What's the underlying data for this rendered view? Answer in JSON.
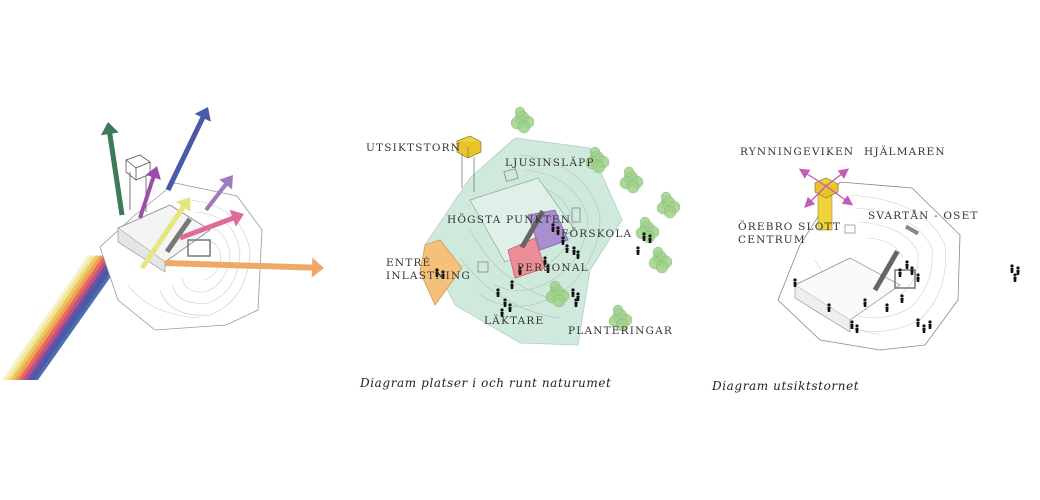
{
  "diagram_left": {
    "arrows": [
      {
        "name": "green-arrow",
        "color": "#3d7a5a"
      },
      {
        "name": "blue-arrow",
        "color": "#4a5aa8"
      },
      {
        "name": "purple-arrow",
        "color": "#9a4fa8"
      },
      {
        "name": "light-purple-arrow",
        "color": "#a07ac0"
      },
      {
        "name": "yellow-arrow",
        "color": "#e6e680"
      },
      {
        "name": "pink-arrow",
        "color": "#e06a9a"
      },
      {
        "name": "orange-arrow",
        "color": "#f0a868"
      }
    ],
    "rainbow_colors": [
      "#f5efc8",
      "#f3e28a",
      "#e9c25a",
      "#f09c55",
      "#e8605a",
      "#b94f8a",
      "#6c4fa0",
      "#3d5da8"
    ]
  },
  "diagram_middle": {
    "caption": "Diagram platser i och runt naturumet",
    "labels": {
      "utsiktstorn": "UTSIKTSTORN",
      "ljusinslapp": "LJUSINSLÄPP",
      "hogsta_punkt": "HÖGSTA PUNKTEN",
      "forskola": "FÖRSKOLA",
      "entre_line1": "ENTRÉ",
      "entre_line2": "INLASTNING",
      "personal": "PERSONAL",
      "laktare": "LÄKTARE",
      "planteringar": "PLANTERINGAR"
    },
    "colors": {
      "site": "#cfe9dc",
      "forskola": "#a98fd0",
      "personal": "#ec8e98",
      "entre": "#f5c07a",
      "tree": "#9fd18a"
    }
  },
  "diagram_right": {
    "caption": "Diagram utsiktstornet",
    "labels": {
      "rynningeviken": "RYNNINGEVIKEN",
      "hjalmaren": "HJÄLMAREN",
      "orebro_line1": "ÖREBRO SLOTT",
      "orebro_line2": "CENTRUM",
      "svartan": "SVARTÅN - OSET"
    },
    "colors": {
      "tower": "#f2d23a",
      "arrows": "#c35ab8"
    }
  }
}
